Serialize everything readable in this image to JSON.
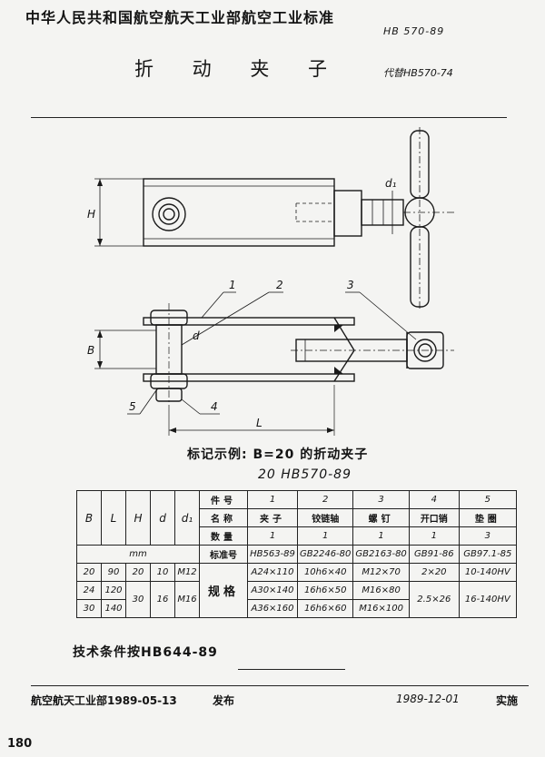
{
  "header": {
    "organization_standard": "中华人民共和国航空航天工业部航空工业标准",
    "standard_no": "HB 570-89",
    "title": "折 动 夹 子",
    "replaces": "代替HB570-74"
  },
  "drawing": {
    "label_H": "H",
    "label_d1": "d₁",
    "label_B": "B",
    "label_d": "d",
    "label_L": "L",
    "callout_1": "1",
    "callout_2": "2",
    "callout_3": "3",
    "callout_4": "4",
    "callout_5": "5"
  },
  "marking": {
    "line1": "标记示例: B=20 的折动夹子",
    "line2": "20   HB570-89"
  },
  "table": {
    "col_B": "B",
    "col_L": "L",
    "col_H": "H",
    "col_d": "d",
    "col_d1": "d₁",
    "row_part_no": "件号",
    "row_name": "名称",
    "row_qty": "数量",
    "row_std": "标准号",
    "row_spec": "规格",
    "unit_mm": "mm",
    "part_numbers": [
      "1",
      "2",
      "3",
      "4",
      "5"
    ],
    "part_names": [
      "夹子",
      "铰链轴",
      "螺钉",
      "开口销",
      "垫圈"
    ],
    "quantities": [
      "1",
      "1",
      "1",
      "1",
      "3"
    ],
    "standards": [
      "HB563-89",
      "GB2246-80",
      "GB2163-80",
      "GB91-86",
      "GB97.1-85"
    ],
    "rows": [
      {
        "B": "20",
        "L": "90",
        "H": "20",
        "d": "10",
        "d1": "M12",
        "c1": "A24×110",
        "c2": "10h6×40",
        "c3": "M12×70",
        "c4": "2×20",
        "c5": "10-140HV"
      },
      {
        "B": "24",
        "L": "120",
        "c1": "A30×140",
        "c2": "16h6×50",
        "c3": "M16×80"
      },
      {
        "B": "30",
        "L": "140",
        "c1": "A36×160",
        "c2": "16h6×60",
        "c3": "M16×100"
      }
    ],
    "merged": {
      "H": "30",
      "d": "16",
      "d1": "M16",
      "c4": "2.5×26",
      "c5": "16-140HV"
    }
  },
  "tech_requirement": "技术条件按HB644-89",
  "footer": {
    "issuer_date": "航空航天工业部1989-05-13",
    "issue_label": "发布",
    "implement_date": "1989-12-01",
    "implement_label": "实施"
  },
  "page_number": "180"
}
